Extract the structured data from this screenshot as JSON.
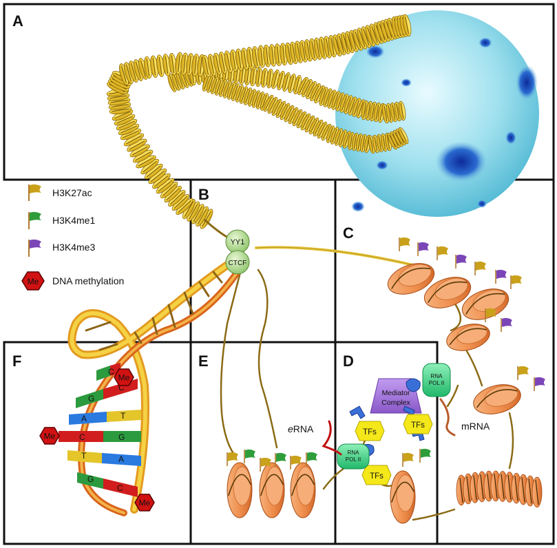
{
  "panels": {
    "a": "A",
    "b": "B",
    "c": "C",
    "d": "D",
    "e": "E",
    "f": "F"
  },
  "legend": {
    "h3k27ac": "H3K27ac",
    "h3k4me1": "H3K4me1",
    "h3k4me3": "H3K4me3",
    "me_symbol": "Me",
    "dna_methylation": "DNA methylation"
  },
  "labels": {
    "yy1": "YY1",
    "ctcf": "CTCF",
    "mediator_line1": "Mediator",
    "mediator_line2": "Complex",
    "rna_pol_line1": "RNA",
    "rna_pol_line2": "POL II",
    "tfs": "TFs",
    "erna_prefix": "e",
    "erna_suffix": "RNA",
    "mrna": "mRNA",
    "me": "Me"
  },
  "dna_bases": {
    "pair1": [
      "G",
      "C"
    ],
    "pair2": [
      "A",
      "T"
    ],
    "pair3": [
      "C",
      "G"
    ],
    "pair4": [
      "T",
      "A"
    ],
    "pair5": [
      "G",
      "C"
    ],
    "top": "C"
  },
  "colors": {
    "flag_h3k27ac": "#c9a11a",
    "flag_h3k4me1": "#2e9d3a",
    "flag_h3k4me3": "#7b45b8",
    "nucleosome": "#ef8f4e",
    "chromatin": "#f2cf3a",
    "methyl_hex": "#d11212",
    "mediator": "#9c6fd6",
    "rna_pol": "#3fd98a",
    "tfs": "#f5e81a",
    "tf_blue": "#3a6fd8",
    "nucleus": "#8fd8e8"
  }
}
